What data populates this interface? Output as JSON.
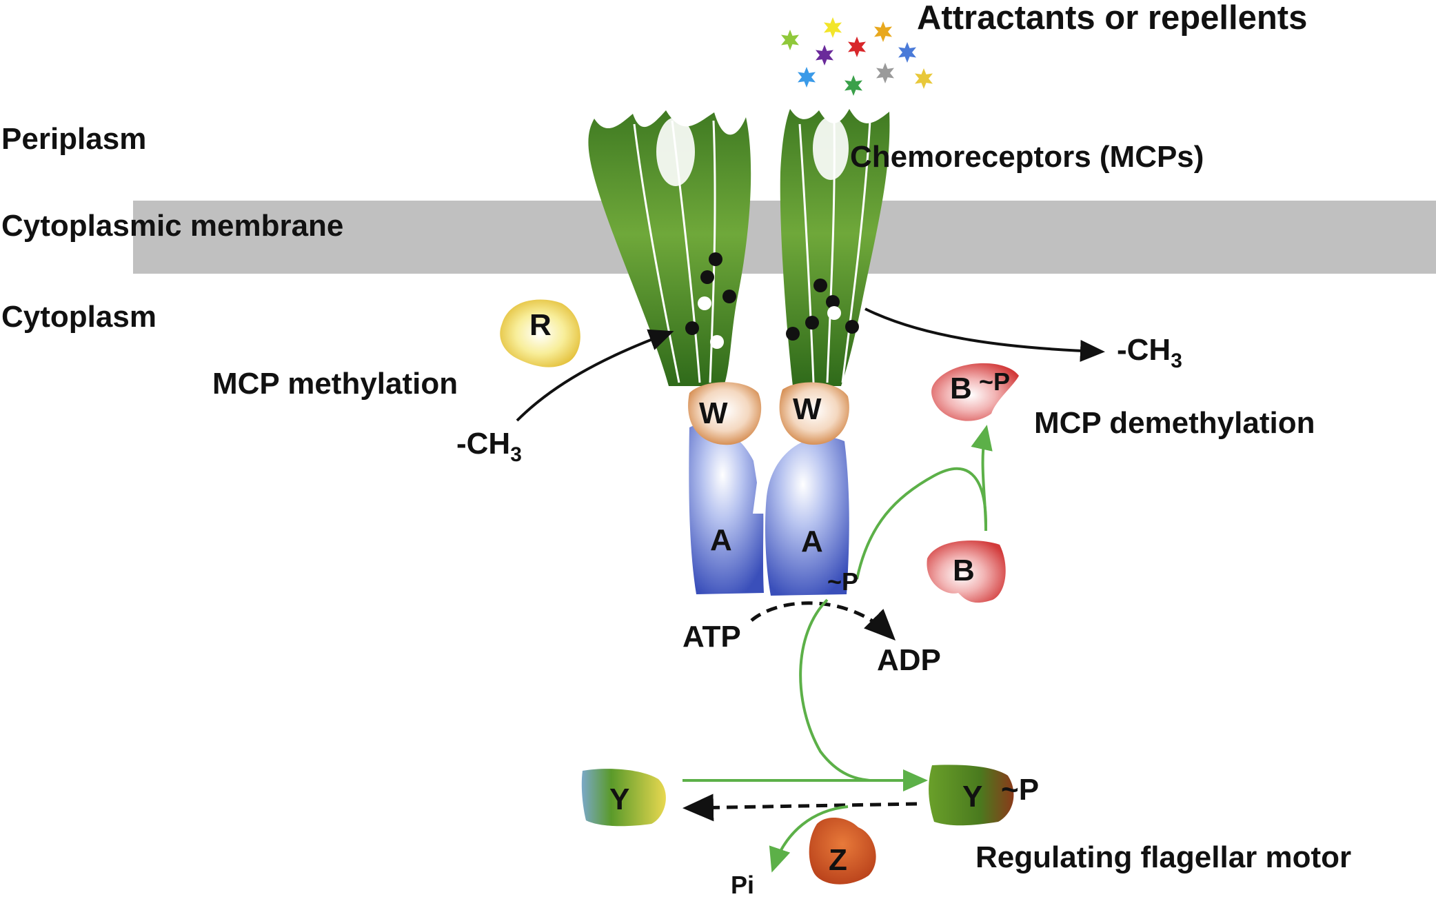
{
  "labels": {
    "attractants": "Attractants or repellents",
    "periplasm": "Periplasm",
    "membrane": "Cytoplasmic membrane",
    "cytoplasm": "Cytoplasm",
    "chemoreceptors": "Chemoreceptors (MCPs)",
    "methylation": "MCP methylation",
    "demethylation": "MCP demethylation",
    "regulating": "Regulating flagellar motor",
    "ch3_left_main": "-CH",
    "ch3_left_sub": "3",
    "ch3_right_main": "-CH",
    "ch3_right_sub": "3",
    "atp": "ATP",
    "adp": "ADP",
    "pi": "Pi",
    "p_on_a": "~P",
    "p_on_b": "~P",
    "p_on_y": "~P"
  },
  "proteins": {
    "r": "R",
    "w1": "W",
    "w2": "W",
    "a1": "A",
    "a2": "A",
    "b_phos": "B",
    "b": "B",
    "y": "Y",
    "y_phos": "Y",
    "z": "Z"
  },
  "colors": {
    "membrane": "#c0c0c0",
    "receptor_green": "#4f8f2a",
    "cheA_blue": "#4a5fc4",
    "cheW_orange": "#d98a4a",
    "cheR_yellow": "#e8c838",
    "cheB_red": "#d84a4a",
    "cheY_green": "#5a9a2a",
    "cheZ_orange": "#c8541e",
    "green_arrow": "#5cb048",
    "black_arrow": "#111111"
  },
  "stars": [
    "#8fc83a",
    "#f2e52a",
    "#e8a81e",
    "#6a2a9a",
    "#d8262a",
    "#4a7ad8",
    "#3a9ae8",
    "#3aa04a",
    "#9a9a9a",
    "#e8c83a"
  ]
}
